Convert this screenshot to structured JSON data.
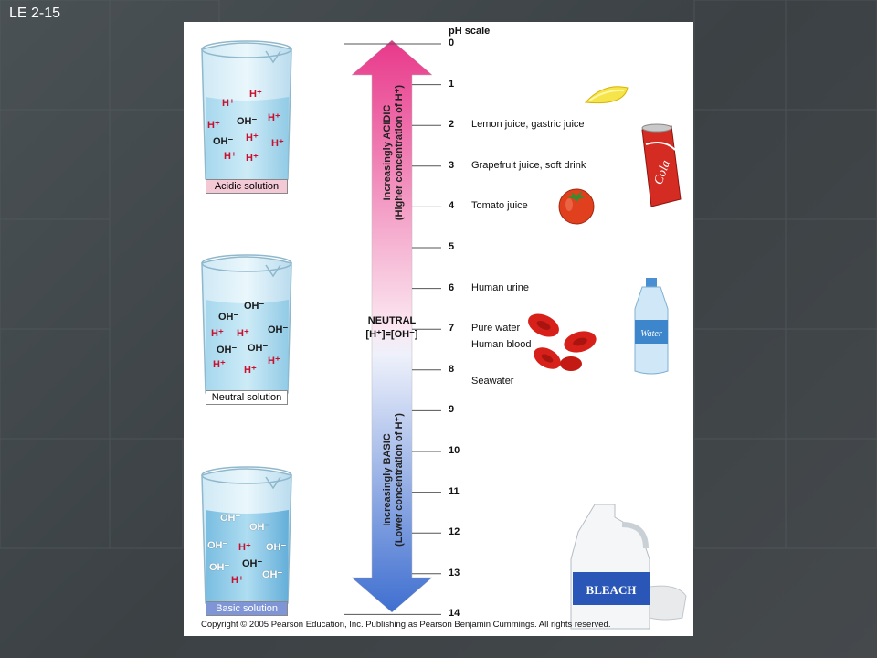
{
  "slide_label": "LE 2-15",
  "scale_title": "pH scale",
  "ph_values": [
    "0",
    "1",
    "2",
    "3",
    "4",
    "5",
    "6",
    "7",
    "8",
    "9",
    "10",
    "11",
    "12",
    "13",
    "14"
  ],
  "items": [
    {
      "ph": 2,
      "label": "Lemon juice, gastric juice",
      "icon": "lemon-icon"
    },
    {
      "ph": 3,
      "label": "Grapefruit juice, soft drink",
      "icon": "soda-can-icon"
    },
    {
      "ph": 4,
      "label": "Tomato juice",
      "icon": "tomato-icon"
    },
    {
      "ph": 6,
      "label": "Human urine",
      "icon": ""
    },
    {
      "ph": 7,
      "label": "Pure water",
      "icon": "water-bottle-icon"
    },
    {
      "ph": 7.4,
      "label": "Human blood",
      "icon": "blood-cells-icon"
    },
    {
      "ph": 8.3,
      "label": "Seawater",
      "icon": ""
    }
  ],
  "arrow": {
    "acidic_line1": "Increasingly ACIDIC",
    "acidic_line2": "(Higher concentration of H⁺)",
    "basic_line1": "Increasingly BASIC",
    "basic_line2": "(Lower concentration of H⁺)",
    "neutral_line1": "NEUTRAL",
    "neutral_line2": "[H⁺]=[OH⁻]",
    "top_color": "#e8388a",
    "bottom_color": "#3f6fd0"
  },
  "beakers": {
    "acidic": {
      "label": "Acidic solution",
      "label_bg": "#f3c9d6",
      "ions": [
        {
          "t": "H⁺",
          "k": "h"
        },
        {
          "t": "H⁺",
          "k": "h"
        },
        {
          "t": "H⁺",
          "k": "h"
        },
        {
          "t": "OH⁻",
          "k": "oh"
        },
        {
          "t": "H⁺",
          "k": "h"
        },
        {
          "t": "OH⁻",
          "k": "oh"
        },
        {
          "t": "H⁺",
          "k": "h"
        },
        {
          "t": "H⁺",
          "k": "h"
        },
        {
          "t": "H⁺",
          "k": "h"
        },
        {
          "t": "H⁺",
          "k": "h"
        }
      ]
    },
    "neutral": {
      "label": "Neutral solution",
      "label_bg": "#ffffff",
      "ions": [
        {
          "t": "OH⁻",
          "k": "oh"
        },
        {
          "t": "OH⁻",
          "k": "oh"
        },
        {
          "t": "H⁺",
          "k": "h"
        },
        {
          "t": "H⁺",
          "k": "h"
        },
        {
          "t": "OH⁻",
          "k": "oh"
        },
        {
          "t": "OH⁻",
          "k": "oh"
        },
        {
          "t": "OH⁻",
          "k": "oh"
        },
        {
          "t": "H⁺",
          "k": "h"
        },
        {
          "t": "H⁺",
          "k": "h"
        },
        {
          "t": "H⁺",
          "k": "h"
        }
      ]
    },
    "basic": {
      "label": "Basic solution",
      "label_bg": "#7f95d6",
      "ions": [
        {
          "t": "OH⁻",
          "k": "oh light"
        },
        {
          "t": "OH⁻",
          "k": "oh light"
        },
        {
          "t": "OH⁻",
          "k": "oh light"
        },
        {
          "t": "H⁺",
          "k": "h"
        },
        {
          "t": "OH⁻",
          "k": "oh light"
        },
        {
          "t": "OH⁻",
          "k": "oh light"
        },
        {
          "t": "OH⁻",
          "k": "oh"
        },
        {
          "t": "OH⁻",
          "k": "oh light"
        },
        {
          "t": "H⁺",
          "k": "h"
        }
      ]
    }
  },
  "icon_text": {
    "cola": "Cola",
    "water": "Water",
    "bleach": "BLEACH"
  },
  "copyright": "Copyright © 2005 Pearson Education, Inc. Publishing as Pearson Benjamin Cummings. All rights reserved."
}
